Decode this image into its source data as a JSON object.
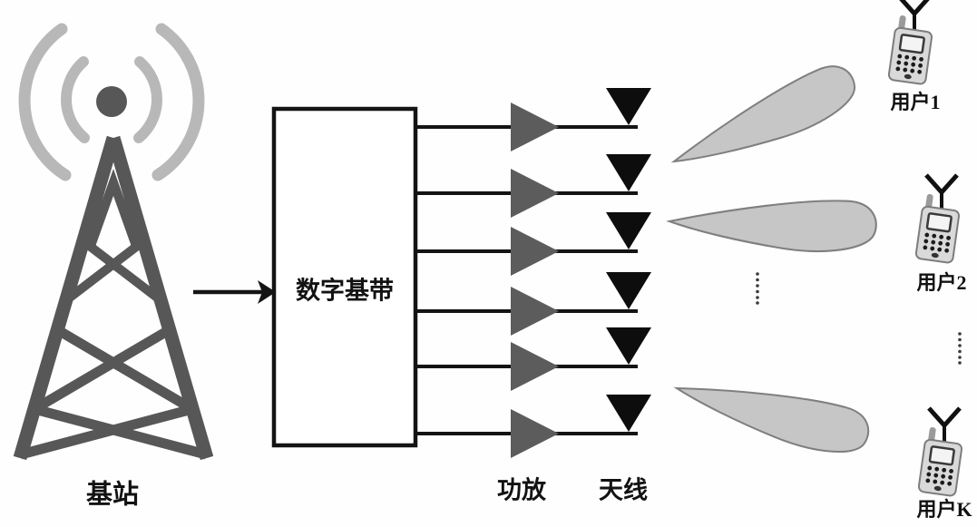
{
  "labels": {
    "base_station": "基站",
    "baseband_box": "数字基带",
    "power_amplifier": "功放",
    "antenna": "天线",
    "user_1": "用户1",
    "user_2": "用户2",
    "user_k": "用户K"
  },
  "structure": {
    "antenna_chains": 6,
    "beams_shown": 3,
    "users_shown": 3,
    "ellipsis_groups": 2,
    "description_elements": [
      "base-station-tower",
      "digital-baseband-box",
      "power-amplifiers",
      "antennas",
      "beams",
      "user-handsets"
    ]
  },
  "colors": {
    "line": "#141414",
    "box_border": "#141414",
    "box_fill": "#ffffff",
    "amplifier": "#5c5c5c",
    "antenna_triangle": "#0d0d0d",
    "tower": "#575757",
    "radio_waves": "#b8b8b8",
    "beam_fill": "#c6c6c6",
    "beam_stroke": "#7f7f7f",
    "dots": "#3a3a3a",
    "phone_body": "#d9d9d9",
    "phone_outline": "#7d7d7d",
    "text": "#121212",
    "background": "#fefefe"
  }
}
